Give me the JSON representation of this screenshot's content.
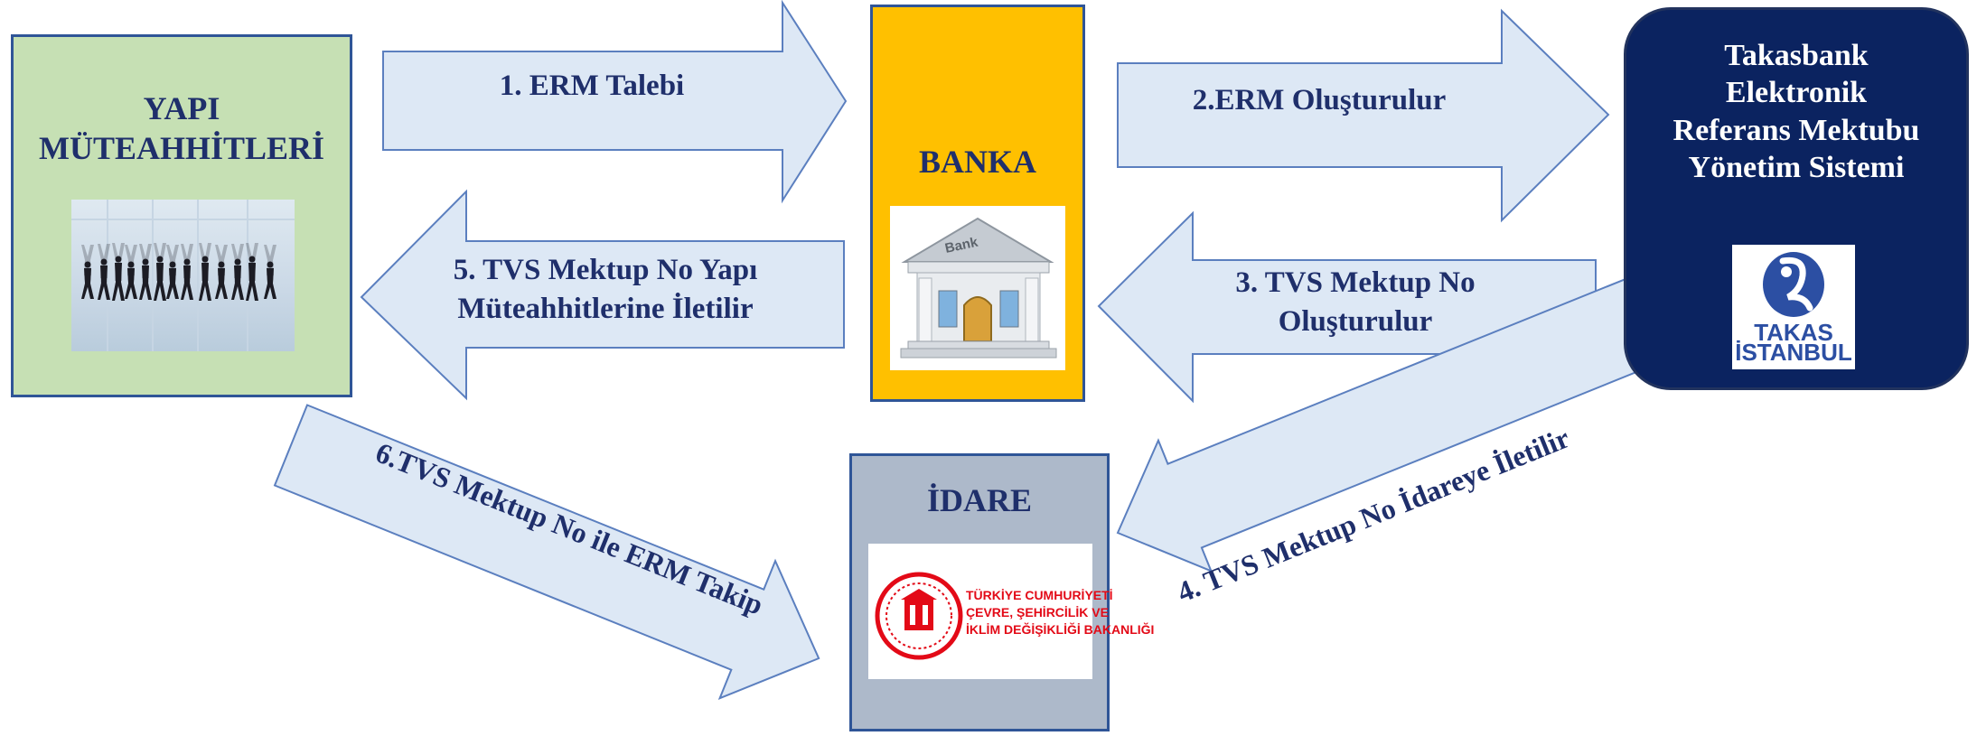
{
  "boxes": {
    "yapi": "YAPI\nMÜTEAHHİTLERİ",
    "banka": "BANKA",
    "takas": "Takasbank\nElektronik\nReferans Mektubu\nYönetim Sistemi",
    "idare": "İDARE"
  },
  "arrows": {
    "a1": "1. ERM Talebi",
    "a2": "2.ERM Oluşturulur",
    "a3": "3. TVS Mektup No\nOluşturulur",
    "a4": "4. TVS Mektup No İdareye İletilir",
    "a5": "5. TVS Mektup No Yapı\nMüteahhitlerine İletilir",
    "a6": "6.TVS Mektup No ile ERM Takip"
  },
  "images": {
    "bank_sign": "Bank",
    "takas_logo": "TAKAS\nİSTANBUL",
    "ministry_logo": "TÜRKİYE CUMHURİYETİ\nÇEVRE, ŞEHİRCİLİK VE\nİKLİM DEĞİŞİKLİĞİ BAKANLIĞI"
  },
  "colors": {
    "arrow_fill": "#dde8f5",
    "arrow_stroke": "#5b7fbf",
    "text": "#1f2f6b",
    "yapi_bg": "#c6e0b4",
    "banka_bg": "#ffc000",
    "takas_bg": "#0b2360",
    "idare_bg": "#adb9ca"
  }
}
